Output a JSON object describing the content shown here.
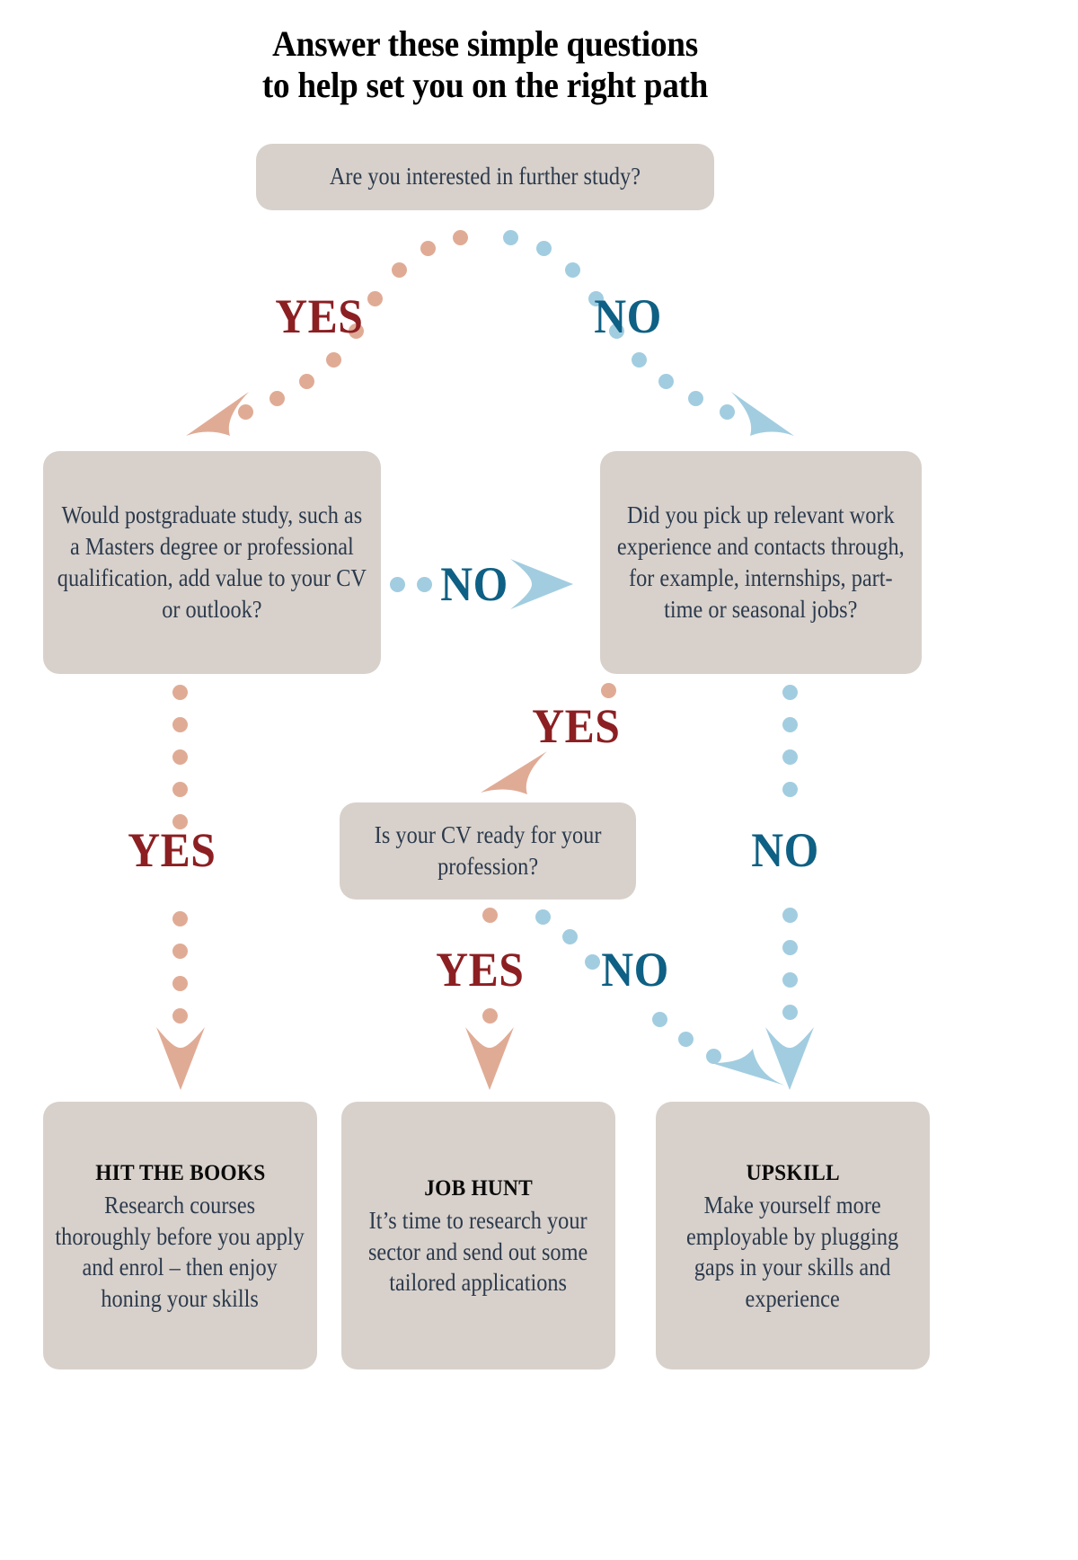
{
  "title": {
    "line1": "Answer these simple questions",
    "line2": "to help set you on the right path"
  },
  "colors": {
    "box_bg": "#d8d1cb",
    "box_text": "#2c3a4d",
    "yes": "#8c1f22",
    "no": "#0e6084",
    "dot_yes": "#e0ab95",
    "dot_no": "#a2cde0",
    "heading": "#000000",
    "page_bg": "#ffffff"
  },
  "nodes": {
    "q1": {
      "text": "Are you interested in further study?"
    },
    "q2": {
      "text": "Would postgraduate study, such as a Masters degree or professional qualification, add value to your CV or outlook?"
    },
    "q3": {
      "text": "Did you pick up relevant work experience and contacts through, for example, internships, part-time or seasonal jobs?"
    },
    "q4": {
      "text": "Is your CV ready for your profession?"
    }
  },
  "results": {
    "books": {
      "heading": "HIT THE BOOKS",
      "body": "Research courses thoroughly before you apply and enrol – then enjoy honing your skills"
    },
    "job": {
      "heading": "JOB HUNT",
      "body": "It’s time to research your sector and send out some tailored applications"
    },
    "upskill": {
      "heading": "UPSKILL",
      "body": "Make yourself more employable by plugging gaps in your skills and experience"
    }
  },
  "labels": {
    "q1_yes": "YES",
    "q1_no": "NO",
    "q2_no": "NO",
    "q2_yes": "YES",
    "q3_yes": "YES",
    "q3_no": "NO",
    "q4_yes": "YES",
    "q4_no": "NO"
  }
}
